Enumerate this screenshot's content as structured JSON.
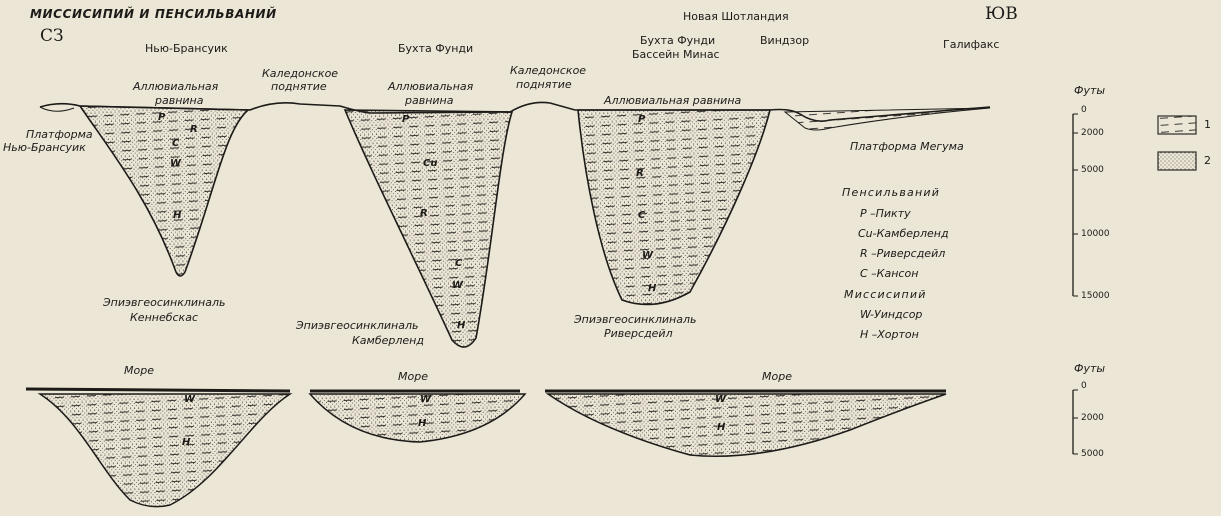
{
  "title": "МИССИСИПИЙ И ПЕНСИЛЬВАНИЙ",
  "directions": {
    "nw": "СЗ",
    "se": "ЮВ"
  },
  "places": {
    "new_brunswick": "Нью-Брансуик",
    "fundy_bay_1": "Бухта Фунди",
    "nova_scotia": "Новая Шотландия",
    "fundy_bay_2": "Бухта Фунди",
    "minas_basin": "Бассейн Минас",
    "windsor": "Виндзор",
    "halifax": "Галифакс"
  },
  "structures": {
    "alluvial_plain_1_line1": "Аллювиальная",
    "alluvial_plain_1_line2": "равнина",
    "caledonian_uplift_1_line1": "Каледонское",
    "caledonian_uplift_1_line2": "поднятие",
    "alluvial_plain_2_line1": "Аллювиальная",
    "alluvial_plain_2_line2": "равнина",
    "caledonian_uplift_2_line1": "Каледонское",
    "caledonian_uplift_2_line2": "поднятие",
    "alluvial_plain_3": "Аллювиальная равнина",
    "nb_platform_line1": "Платформа",
    "nb_platform_line2": "Нью-Брансуик",
    "meguma_platform": "Платформа Мегума",
    "kennebecasis_line1": "Эпиэвгеосинклиналь",
    "kennebecasis_line2": "Кеннебскас",
    "cumberland_line1": "Эпиэвгеосинклиналь",
    "cumberland_line2": "Камберленд",
    "riversdale_line1": "Эпиэвгеосинклиналь",
    "riversdale_line2": "Риверсдейл"
  },
  "sea_labels": [
    "Море",
    "Море",
    "Море"
  ],
  "formation_letters": {
    "b1": [
      "P",
      "R",
      "C",
      "W",
      "H"
    ],
    "b2": [
      "P",
      "Cu",
      "R",
      "C",
      "W",
      "H"
    ],
    "b3": [
      "P",
      "R",
      "C",
      "W",
      "H"
    ],
    "lower": [
      "W",
      "H",
      "W",
      "H",
      "W",
      "H"
    ]
  },
  "legend": {
    "pennsylvanian_title": "Пенсильваний",
    "pennsylvanian_items": [
      "P –Пикту",
      "Cu-Камберленд",
      "R –Риверсдейл",
      "C –Кансон"
    ],
    "mississippian_title": "Миссисипий",
    "mississippian_items": [
      "W-Уиндсор",
      "H –Хортон"
    ]
  },
  "scale_upper": {
    "label": "Футы",
    "ticks": [
      "0",
      "2000",
      "5000",
      "10000",
      "15000"
    ]
  },
  "scale_lower": {
    "label": "Футы",
    "ticks": [
      "0",
      "2000",
      "5000"
    ]
  },
  "pattern_key": {
    "item1": "1",
    "item2": "2"
  },
  "colors": {
    "paper": "#ece6d7",
    "ink": "#1c1b18"
  }
}
